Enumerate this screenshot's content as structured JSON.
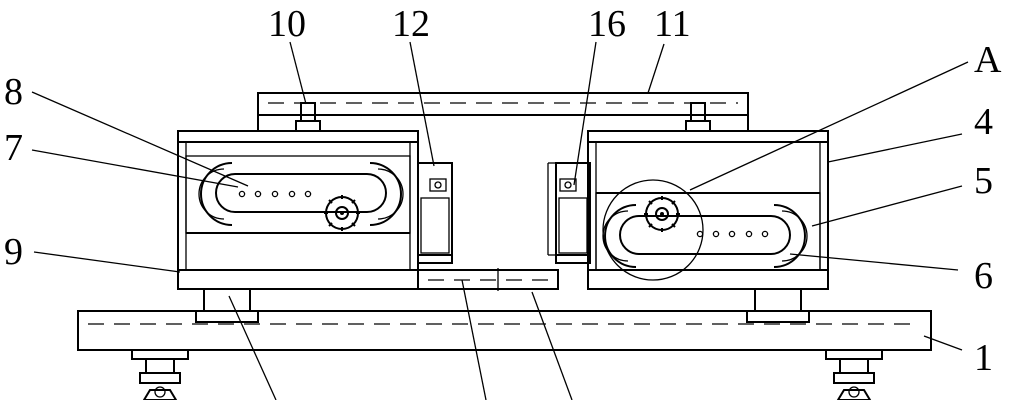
{
  "labels": {
    "l1": "1",
    "l4": "4",
    "l5": "5",
    "l6": "6",
    "l7": "7",
    "l8": "8",
    "l9": "9",
    "l10": "10",
    "l11": "11",
    "l12": "12",
    "l16": "16",
    "lA": "A"
  }
}
